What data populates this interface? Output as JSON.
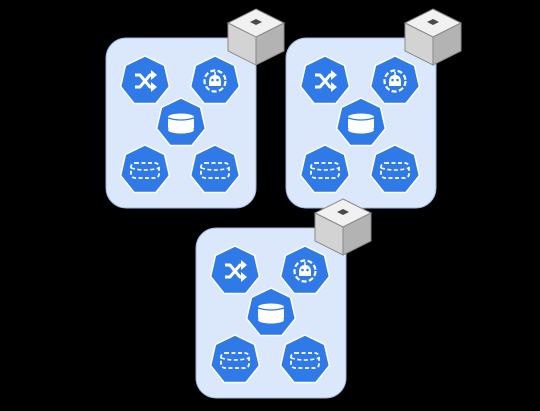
{
  "diagram": {
    "background": "#000000",
    "colors": {
      "cluster_fill": "#dbe8fb",
      "cluster_stroke": "#9db7de",
      "icon_fill": "#2f7ae6",
      "icon_glyph": "#ffffff",
      "cube_top": "#f1f1f1",
      "cube_left": "#d3d3d3",
      "cube_right": "#b3b3b3",
      "cube_stroke": "#8a8a8a",
      "cube_hole": "#4a4a4a"
    },
    "clusters": [
      {
        "id": "cluster-1",
        "node": "server-cube-icon",
        "components": [
          "shuffle-icon",
          "robot-icon",
          "disk-icon",
          "dashed-disk-icon",
          "dashed-disk-icon"
        ]
      },
      {
        "id": "cluster-2",
        "node": "server-cube-icon",
        "components": [
          "shuffle-icon",
          "robot-icon",
          "disk-icon",
          "dashed-disk-icon",
          "dashed-disk-icon"
        ]
      },
      {
        "id": "cluster-3",
        "node": "server-cube-icon",
        "components": [
          "shuffle-icon",
          "robot-icon",
          "disk-icon",
          "dashed-disk-icon",
          "dashed-disk-icon"
        ]
      }
    ]
  }
}
